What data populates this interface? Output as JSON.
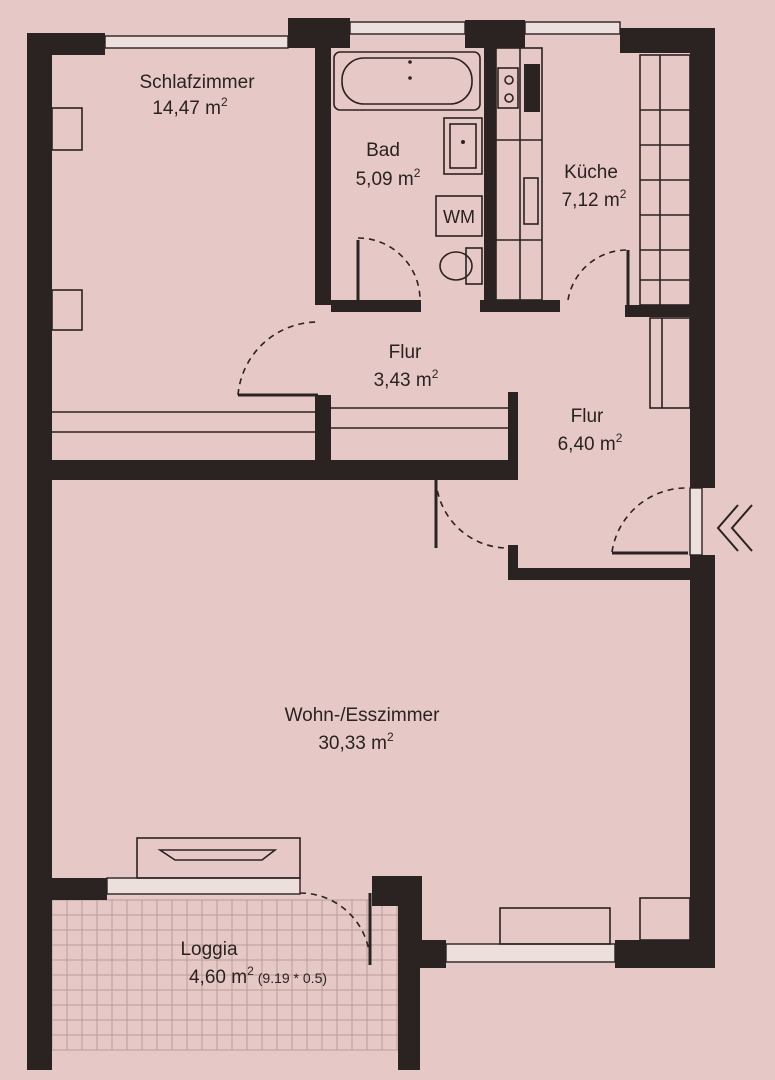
{
  "rooms": {
    "schlafzimmer": {
      "name": "Schlafzimmer",
      "area": "14,47 m",
      "sup": "2"
    },
    "bad": {
      "name": "Bad",
      "area": "5,09 m",
      "sup": "2"
    },
    "kueche": {
      "name": "Küche",
      "area": "7,12 m",
      "sup": "2"
    },
    "flur1": {
      "name": "Flur",
      "area": "3,43 m",
      "sup": "2"
    },
    "flur2": {
      "name": "Flur",
      "area": "6,40 m",
      "sup": "2"
    },
    "wohn": {
      "name": "Wohn-/Esszimmer",
      "area": "30,33 m",
      "sup": "2"
    },
    "loggia": {
      "name": "Loggia",
      "area": "4,60 m",
      "sup": "2",
      "note": "(9.19 * 0.5)"
    }
  },
  "fixtures": {
    "washing_machine": "WM"
  },
  "entrance_icon": "double-chevron-left-icon",
  "colors": {
    "background": "#e6c9c6",
    "walls": "#2b2222"
  }
}
